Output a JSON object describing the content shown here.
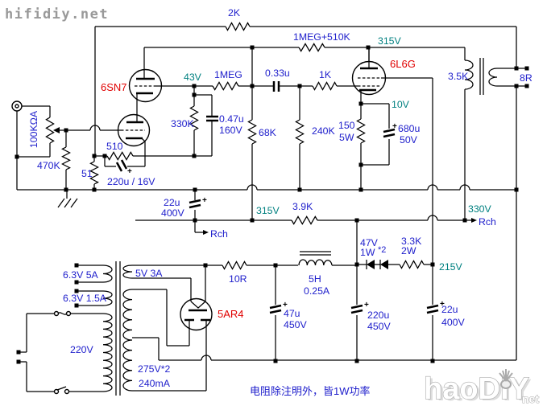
{
  "title_watermark": "hifidiy.net",
  "note": "电阻除注明外，皆1W功率",
  "bottom_watermark": {
    "main": "haoDIY",
    "suffix": "net"
  },
  "tubes": {
    "driver": "6SN7",
    "power": "6L6G",
    "rectifier": "5AR4"
  },
  "voltages": {
    "grid_driver": "43V",
    "plate_supply": "315V",
    "cathode_6l6": "10V",
    "rail_315": "315V",
    "rail_330": "330V",
    "screen_215": "215V"
  },
  "channel_marks": {
    "rail_315": "Rch",
    "rail_330": "Rch"
  },
  "components": {
    "r_fb": "2K",
    "r_plate_fb": "1MEG+510K",
    "r_grid_upper": "1MEG",
    "c_interstage": "0.33u",
    "r_grid_stop": "1K",
    "pot_volume": "100KΩA",
    "r_input": "470K",
    "r_fb_shunt": "51",
    "r_cathode": "510",
    "c_cathode": "220u / 16V",
    "r_bias": "330K",
    "c_bias": "0.47u",
    "c_bias_v": "160V",
    "r_plate_load": "68K",
    "r_grid_leak": "240K",
    "r_cathode_6l6": "150",
    "r_cathode_6l6_w": "5W",
    "c_cathode_6l6": "680u",
    "c_cathode_6l6_v": "50V",
    "opt_primary": "3.5K",
    "opt_secondary": "8R",
    "c_filter_driver": "22u",
    "c_filter_driver_v": "400V",
    "r_decouple": "3.9K",
    "d_zener": "47V",
    "d_zener_w": "1W",
    "d_zener_qty": "*2",
    "r_screen": "3.3K",
    "r_screen_w": "2W",
    "r_rect": "10R",
    "choke": "5H",
    "choke_a": "0.25A",
    "c_filter1": "47u",
    "c_filter1_v": "450V",
    "c_filter2": "220u",
    "c_filter2_v": "450V",
    "c_filter3": "22u",
    "c_filter3_v": "400V",
    "w_heater1": "6.3V  5A",
    "w_heater2": "6.3V 1.5A",
    "w_rect_heater": "5V 3A",
    "w_primary": "220V",
    "w_ht": "275V*2",
    "w_ht_ma": "240mA"
  }
}
